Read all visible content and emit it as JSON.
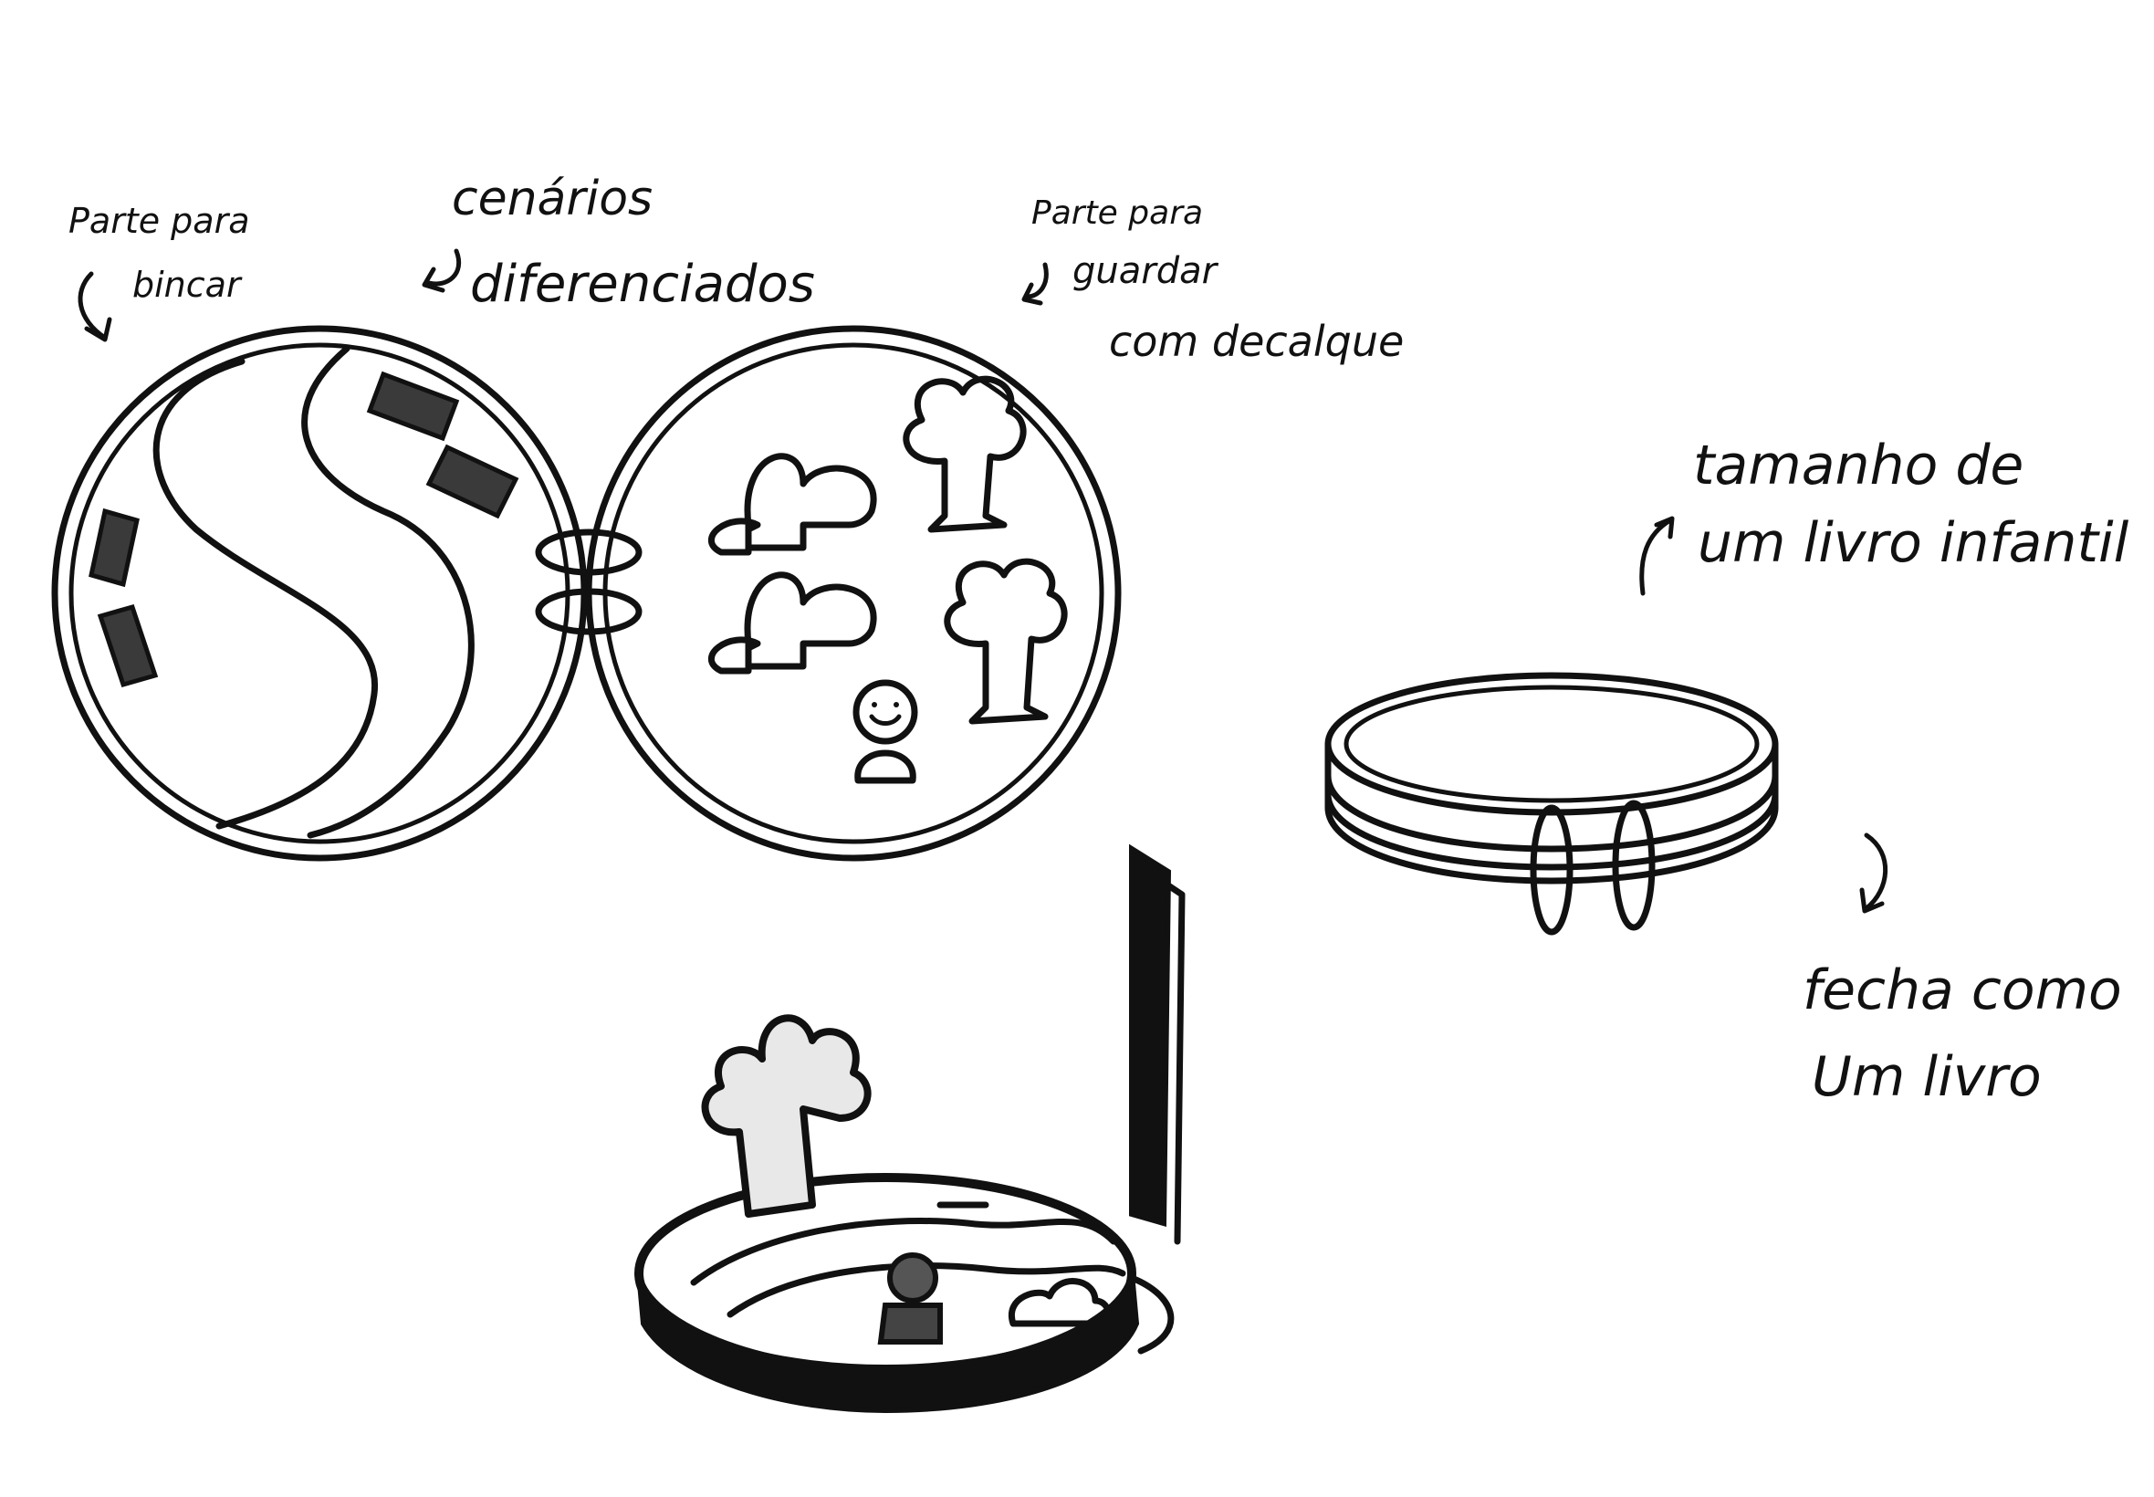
{
  "labels": {
    "play_part": [
      "Parte para",
      "bincar"
    ],
    "scenarios": [
      "cenários",
      "diferenciados"
    ],
    "store_part": [
      "Parte para",
      "guardar",
      "com decalque"
    ],
    "book_size": [
      "tamanho de",
      "um livro infantil"
    ],
    "closes_like": [
      "fecha como",
      "Um livro"
    ]
  },
  "icons": {
    "left_disc": "play-board-icon",
    "right_disc": "sticker-storage-icon",
    "closed_case": "closed-case-icon",
    "open_case": "open-case-3d-icon"
  },
  "colors": {
    "ink": "#111111",
    "fill_dark": "#3a3a3a",
    "paper": "#ffffff"
  }
}
